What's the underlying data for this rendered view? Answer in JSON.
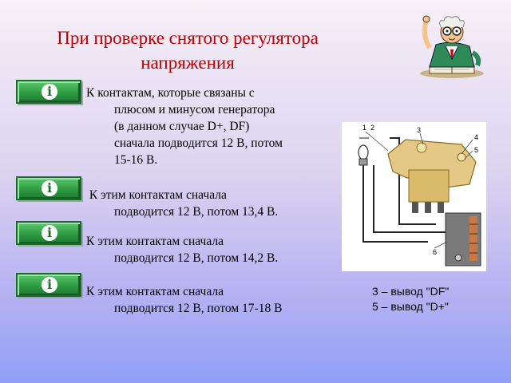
{
  "title": {
    "line1": "При проверке снятого регулятора",
    "line2": "напряжения"
  },
  "info_buttons": [
    {
      "icon": "info-icon",
      "glyph": "i"
    },
    {
      "icon": "info-icon",
      "glyph": "i"
    },
    {
      "icon": "info-icon",
      "glyph": "i"
    },
    {
      "icon": "info-icon",
      "glyph": "i"
    }
  ],
  "paragraphs": [
    {
      "lines": [
        "К контактам, которые связаны с",
        "плюсом и минусом генератора",
        "(в данном случае D+, DF)",
        "сначала подводится 12 В, потом",
        "15-16 В."
      ]
    },
    {
      "lines": [
        " К этим контактам сначала",
        "подводится 12 В, потом 13,4 В."
      ]
    },
    {
      "lines": [
        "К этим контактам сначала",
        "подводится 12 В, потом 14,2 В."
      ]
    },
    {
      "lines": [
        "К этим контактам сначала",
        "подводится 12 В, потом 17-18 В"
      ]
    }
  ],
  "diagram": {
    "labels": [
      "1",
      "2",
      "3",
      "4",
      "5",
      "6"
    ]
  },
  "legend": {
    "line1": "3 – вывод \"DF\"",
    "line2": "5 – вывод \"D+\""
  }
}
